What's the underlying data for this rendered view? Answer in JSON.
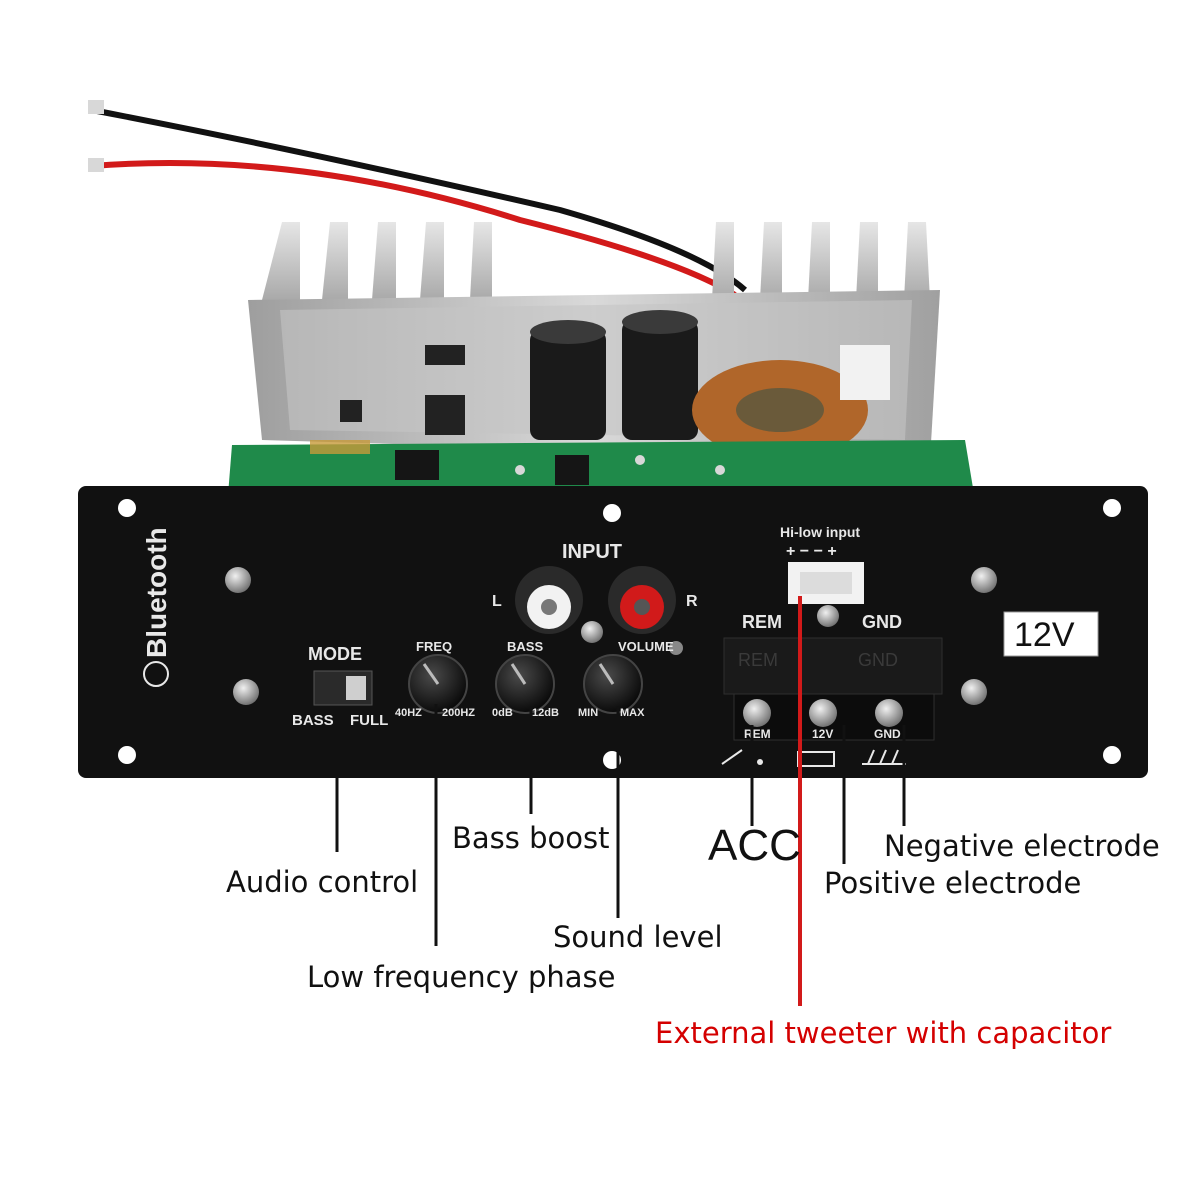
{
  "panel": {
    "brand": "Bluetooth",
    "input_label": "INPUT",
    "input_left": "L",
    "input_right": "R",
    "mode_label": "MODE",
    "mode_bass": "BASS",
    "mode_full": "FULL",
    "freq_label": "FREQ",
    "freq_min": "40HZ",
    "freq_max": "200HZ",
    "bass_label": "BASS",
    "bass_min": "0dB",
    "bass_max": "12dB",
    "volume_label": "VOLUME",
    "volume_min": "MIN",
    "volume_max": "MAX",
    "hilow_label": "Hi-low input",
    "hilow_pins": "+ − − +",
    "rem_label": "REM",
    "gnd_label": "GND",
    "block_rem": "REM",
    "block_gnd": "GND",
    "terminal_rem": "REM",
    "terminal_12v": "12V",
    "terminal_gnd": "GND",
    "voltage_badge": "12V"
  },
  "callouts": {
    "audio_control": "Audio control",
    "low_frequency_phase": "Low frequency phase",
    "bass_boost": "Bass boost",
    "sound_level": "Sound level",
    "acc": "ACC",
    "positive_electrode": "Positive electrode",
    "negative_electrode": "Negative electrode",
    "external_tweeter": "External tweeter with capacitor"
  },
  "colors": {
    "panel": "#111111",
    "pcb": "#1f8a4a",
    "heatsink": "#c9c9c9",
    "wire_red": "#d21a1a",
    "tweeter_text": "#d40000",
    "badge_bg": "#ffffff"
  }
}
